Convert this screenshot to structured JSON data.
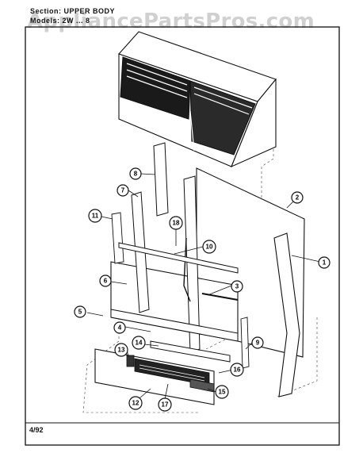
{
  "header": {
    "section_line": "Section:  UPPER BODY",
    "model_line": "Models:  2W    ... 8"
  },
  "watermark": "AppliancePartsPros.com",
  "footer": {
    "date_code": "4/92"
  },
  "callouts": [
    {
      "id": "callout-1",
      "label": "1"
    },
    {
      "id": "callout-2",
      "label": "2"
    },
    {
      "id": "callout-3",
      "label": "3"
    },
    {
      "id": "callout-4",
      "label": "4"
    },
    {
      "id": "callout-5",
      "label": "5"
    },
    {
      "id": "callout-6",
      "label": "6"
    },
    {
      "id": "callout-7",
      "label": "7"
    },
    {
      "id": "callout-8",
      "label": "8"
    },
    {
      "id": "callout-9",
      "label": "9"
    },
    {
      "id": "callout-10",
      "label": "10"
    },
    {
      "id": "callout-11",
      "label": "11"
    },
    {
      "id": "callout-12",
      "label": "12"
    },
    {
      "id": "callout-13",
      "label": "13"
    },
    {
      "id": "callout-14",
      "label": "14"
    },
    {
      "id": "callout-15",
      "label": "15"
    },
    {
      "id": "callout-16",
      "label": "16"
    },
    {
      "id": "callout-17",
      "label": "17"
    },
    {
      "id": "callout-18",
      "label": "18"
    }
  ]
}
